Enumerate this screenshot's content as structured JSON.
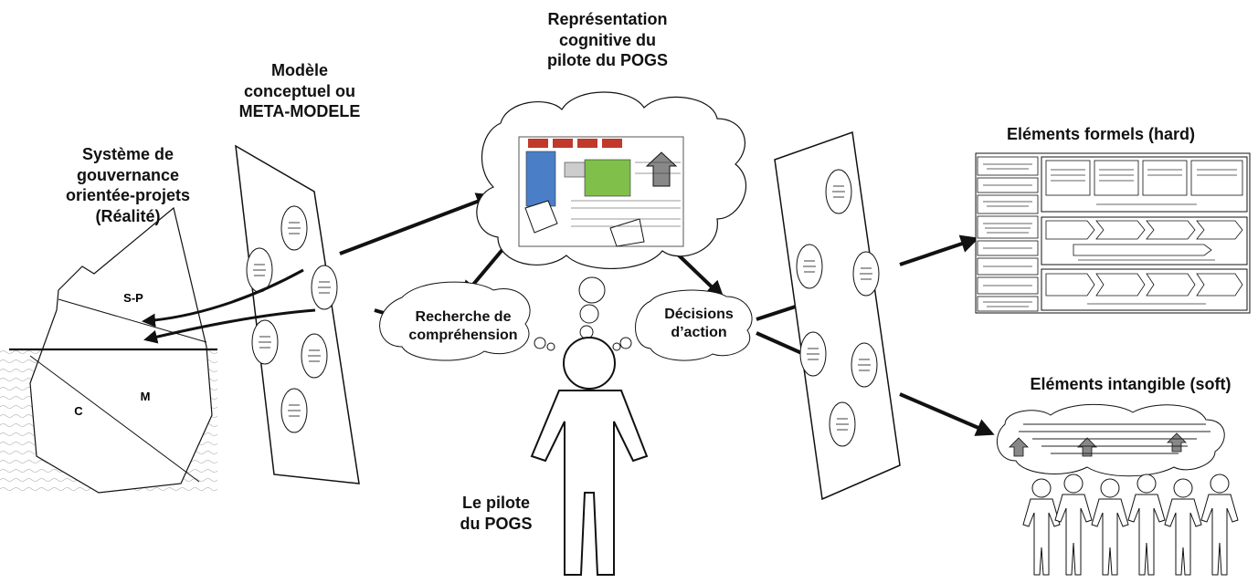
{
  "labels": {
    "realite": [
      "Système de",
      "gouvernance",
      "orientée-projets",
      "(Réalité)"
    ],
    "meta": [
      "Modèle",
      "conceptuel ou",
      "META-MODELE"
    ],
    "representation": [
      "Représentation",
      "cognitive du",
      "pilote du POGS"
    ],
    "recherche": [
      "Recherche de",
      "compréhension"
    ],
    "decisions": [
      "Décisions",
      "d’action"
    ],
    "pilote": [
      "Le pilote",
      "du POGS"
    ],
    "hard": "Eléments formels (hard)",
    "soft": "Eléments intangible (soft)",
    "zone_sp": "S-P",
    "zone_m": "M",
    "zone_c": "C"
  },
  "colors": {
    "outline": "#111111",
    "blue_box": "#4a7fc8",
    "red_box": "#c0392b",
    "green_area": "#7fbf4a",
    "gray_arrow": "#888888"
  }
}
